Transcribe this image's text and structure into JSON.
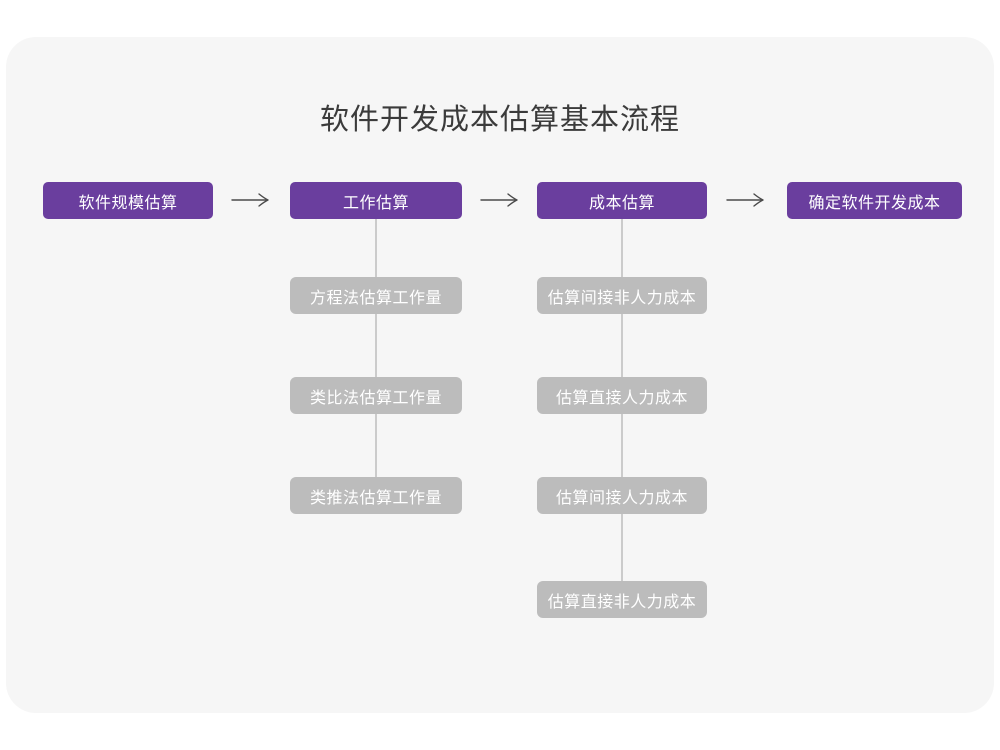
{
  "page": {
    "title": "软件开发成本估算基本流程"
  },
  "colors": {
    "node_purple": "#6a3e9e",
    "node_gray": "#bcbcbc",
    "card_bg": "#f6f6f6",
    "arrow": "#4a4a4a",
    "connector": "#cbcbcb",
    "title_text": "#3b3b3b",
    "node_text": "#ffffff"
  },
  "flow": {
    "main_nodes": [
      {
        "label": "软件规模估算"
      },
      {
        "label": "工作估算"
      },
      {
        "label": "成本估算"
      },
      {
        "label": "确定软件开发成本"
      }
    ],
    "work_estimation_children": [
      {
        "label": "方程法估算工作量"
      },
      {
        "label": "类比法估算工作量"
      },
      {
        "label": "类推法估算工作量"
      }
    ],
    "cost_estimation_children": [
      {
        "label": "估算间接非人力成本"
      },
      {
        "label": "估算直接人力成本"
      },
      {
        "label": "估算间接人力成本"
      },
      {
        "label": "估算直接非人力成本"
      }
    ]
  }
}
